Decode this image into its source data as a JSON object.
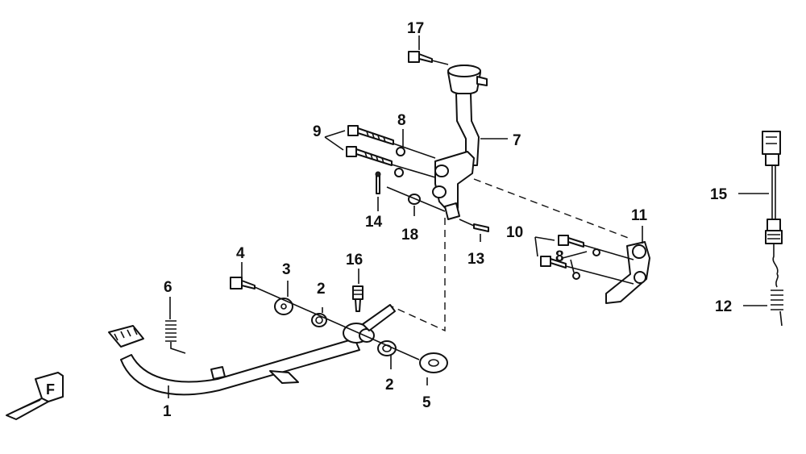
{
  "diagram": {
    "callouts": {
      "p1": "1",
      "p2a": "2",
      "p2b": "2",
      "p3": "3",
      "p4": "4",
      "p5": "5",
      "p6": "6",
      "p7": "7",
      "p8a": "8",
      "p8b": "8",
      "p9": "9",
      "p10": "10",
      "p11": "11",
      "p12": "12",
      "p13": "13",
      "p14": "14",
      "p15": "15",
      "p16": "16",
      "p17": "17",
      "p18": "18"
    },
    "front_marker": "F"
  }
}
